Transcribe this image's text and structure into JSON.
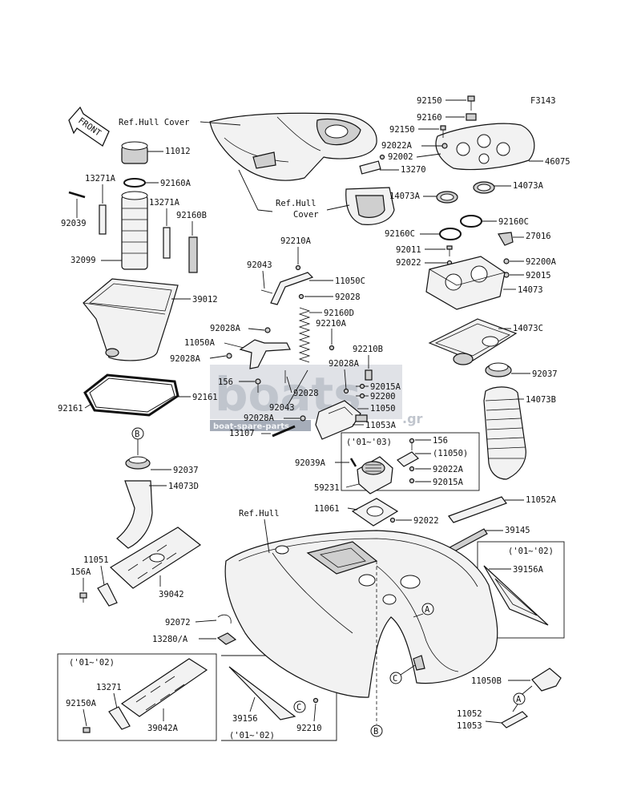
{
  "figure_code": "F3143",
  "front_label": "FRONT",
  "refs": {
    "hull_cover_top": "Ref.Hull Cover",
    "hull_cover_mid_1": "Ref.Hull",
    "hull_cover_mid_2": "Cover",
    "hull": "Ref.Hull"
  },
  "circles": {
    "a": "A",
    "b": "B",
    "c": "C"
  },
  "year_notes": {
    "n1": "('01~'03)",
    "n2": "('01~'02)",
    "n3": "('01~'02)",
    "n4": "('01~'02)"
  },
  "watermark": {
    "brand": "boats",
    "tld": ".gr",
    "sub": "boat-spare-parts"
  },
  "parts": {
    "p92150_top": "92150",
    "p92160": "92160",
    "p92150_2": "92150",
    "p92022a_top": "92022A",
    "p92002": "92002",
    "p46075": "46075",
    "p13270": "13270",
    "p14073a_l": "14073A",
    "p14073a_r": "14073A",
    "p92160c_r": "92160C",
    "p92160c_l": "92160C",
    "p27016": "27016",
    "p92011": "92011",
    "p92200a": "92200A",
    "p92022_mid": "92022",
    "p92015": "92015",
    "p14073": "14073",
    "p14073c": "14073C",
    "p92037_r": "92037",
    "p14073b": "14073B",
    "p11012": "11012",
    "p13271a_1": "13271A",
    "p92160a": "92160A",
    "p13271a_2": "13271A",
    "p92039": "92039",
    "p92160b": "92160B",
    "p32099": "32099",
    "p39012": "39012",
    "p92210a_1": "92210A",
    "p92043_1": "92043",
    "p11050c": "11050C",
    "p92028_1": "92028",
    "p92160d": "92160D",
    "p92210a_2": "92210A",
    "p92028a_1": "92028A",
    "p11050a": "11050A",
    "p92028a_2": "92028A",
    "p92210b": "92210B",
    "p92028a_3": "92028A",
    "p156_1": "156",
    "p92028_2": "92028",
    "p92015a_1": "92015A",
    "p92200": "92200",
    "p92161_r": "92161",
    "p92161_l": "92161",
    "p92043_2": "92043",
    "p11050": "11050",
    "p92028a_4": "92028A",
    "p11053a": "11053A",
    "p13107": "13107",
    "p156_2": "156",
    "p11050_paren": "(11050)",
    "p92039a": "92039A",
    "p92022a_2": "92022A",
    "p92015a_2": "92015A",
    "p59231": "59231",
    "p92037_l": "92037",
    "p14073d": "14073D",
    "p11061": "11061",
    "p92022_low": "92022",
    "p11052a": "11052A",
    "p39145": "39145",
    "p39156a": "39156A",
    "p11051": "11051",
    "p156a": "156A",
    "p39042": "39042",
    "p92072": "92072",
    "p13280a": "13280/A",
    "p13271": "13271",
    "p92150a": "92150A",
    "p39042a": "39042A",
    "p39156": "39156",
    "p92210": "92210",
    "p11050b": "11050B",
    "p11052": "11052",
    "p11053": "11053"
  }
}
